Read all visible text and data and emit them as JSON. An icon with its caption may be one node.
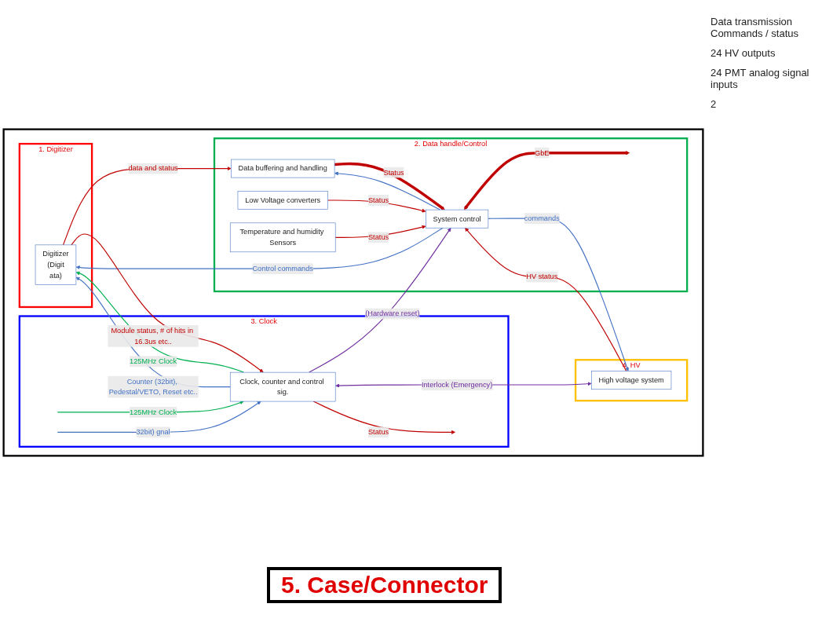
{
  "diagram": {
    "title": "5. Case/Connector",
    "nodes": [
      {
        "text": [],
        "shape": "box"
      },
      {
        "text": [
          "2. Data handle/Control"
        ],
        "in": 0
      },
      {
        "text": [
          "System control"
        ],
        "in": 1
      },
      {
        "text": [
          "Low Voltage converters"
        ],
        "in": 1
      },
      {
        "text": [
          "Temperature and humidity Sensors"
        ],
        "in": 1
      },
      {
        "text": [
          "Data buffering and handling"
        ],
        "in": 1
      },
      {
        "text": [
          "3. Clock"
        ],
        "in": 0
      },
      {
        "text": [
          "Clock, counter and control sig."
        ],
        "in": 6
      },
      {
        "text": [
          "4. HV"
        ],
        "in": 0
      },
      {
        "text": [
          "High voltage system"
        ],
        "in": 8
      },
      {
        "text": [
          "1. Digitizer"
        ],
        "in": 0
      },
      {
        "text": [
          "Digitizer",
          "(Digit",
          "ata)"
        ],
        "in": 10
      }
    ],
    "edges": [
      {
        "from": 2,
        "to": null,
        "arrow": "both",
        "label": "GbE",
        "style": "thick"
      },
      {
        "from": 7,
        "to": 2,
        "arrow": "to",
        "label": "(Hardware reset)",
        "color": "#7030a0"
      },
      {
        "from": 2,
        "to": 11,
        "arrow": "to",
        "label": "Control commands",
        "color": "#4472c4"
      },
      {
        "from": 2,
        "to": 5,
        "arrow": "to",
        "color": "#4472c4"
      },
      {
        "from": 3,
        "to": 2,
        "arrow": "to",
        "label": "Status"
      },
      {
        "from": 4,
        "to": 2,
        "arrow": "to",
        "label": "Status"
      },
      {
        "from": 2,
        "to": 9,
        "arrow": "to",
        "label": "commands",
        "color": "#4472c4"
      },
      {
        "from": 9,
        "to": 2,
        "arrow": "to",
        "label": "HV status"
      },
      {
        "from": 5,
        "to": 2,
        "arrow": "to",
        "label": "Status",
        "style": "thick"
      },
      {
        "from": 11,
        "to": 5,
        "arrow": "to",
        "label": "data and status"
      },
      {
        "from": 7,
        "to": 9,
        "arrow": "both",
        "label": "Interlock (Emergency)",
        "color": "#7030a0"
      },
      {
        "from": null,
        "to": 7,
        "arrow": "to",
        "label": "125MHz Clock",
        "color": "#00b050"
      },
      {
        "from": null,
        "to": 7,
        "arrow": "to",
        "label": "32bit) gnal",
        "color": "#4472c4"
      },
      {
        "from": 7,
        "to": null,
        "arrow": "to",
        "label": "Status"
      },
      {
        "from": 7,
        "to": 11,
        "arrow": "to",
        "label": "125MHz Clock",
        "color": "#00b050"
      },
      {
        "from": 7,
        "to": 11,
        "arrow": "to",
        "label": "Counter (32bit), Pedestal/VETO, Reset etc..",
        "color": "#4472c4"
      },
      {
        "from": 11,
        "to": 7,
        "arrow": "to",
        "label": "Module status, # of hits in 16.3us etc.."
      }
    ],
    "labels": [
      "Data transmission Commands / status",
      "24 HV outputs",
      "24 PMT analog signal inputs",
      "2"
    ]
  }
}
